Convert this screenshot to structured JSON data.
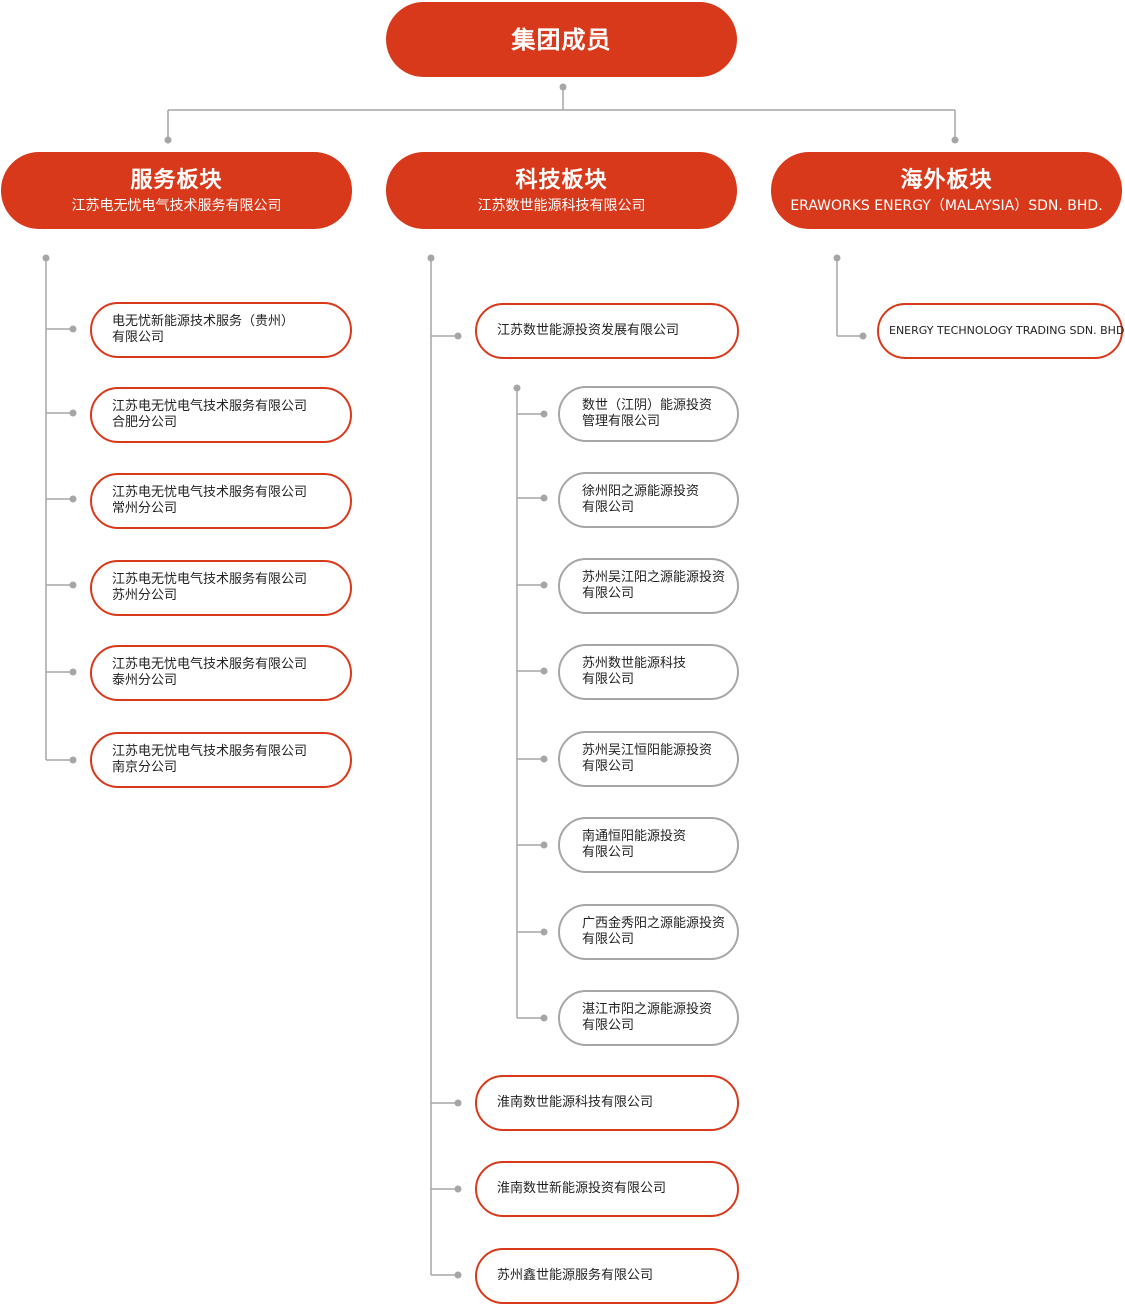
{
  "colors": {
    "accent": "#d9391b",
    "line": "#a6a6a6",
    "grey_border": "#a6a6a6"
  },
  "root": {
    "title": "集团成员"
  },
  "segments": [
    {
      "title": "服务板块",
      "subtitle": "江苏电无忧电气技术服务有限公司",
      "children": [
        "电无忧新能源技术服务（贵州）\n有限公司",
        "江苏电无忧电气技术服务有限公司\n合肥分公司",
        "江苏电无忧电气技术服务有限公司\n常州分公司",
        "江苏电无忧电气技术服务有限公司\n苏州分公司",
        "江苏电无忧电气技术服务有限公司\n泰州分公司",
        "江苏电无忧电气技术服务有限公司\n南京分公司"
      ]
    },
    {
      "title": "科技板块",
      "subtitle": "江苏数世能源科技有限公司",
      "children": [
        "江苏数世能源投资发展有限公司",
        "淮南数世能源科技有限公司",
        "淮南数世新能源投资有限公司",
        "苏州鑫世能源服务有限公司"
      ],
      "sub_children": [
        "数世（江阴）能源投资\n管理有限公司",
        "徐州阳之源能源投资\n有限公司",
        "苏州吴江阳之源能源投资\n有限公司",
        "苏州数世能源科技\n有限公司",
        "苏州吴江恒阳能源投资\n有限公司",
        "南通恒阳能源投资\n有限公司",
        "广西金秀阳之源能源投资\n有限公司",
        "湛江市阳之源能源投资\n有限公司"
      ]
    },
    {
      "title": "海外板块",
      "subtitle": "ERAWORKS ENERGY（MALAYSIA）SDN. BHD.",
      "children": [
        "ENERGY TECHNOLOGY TRADING SDN. BHD."
      ]
    }
  ]
}
